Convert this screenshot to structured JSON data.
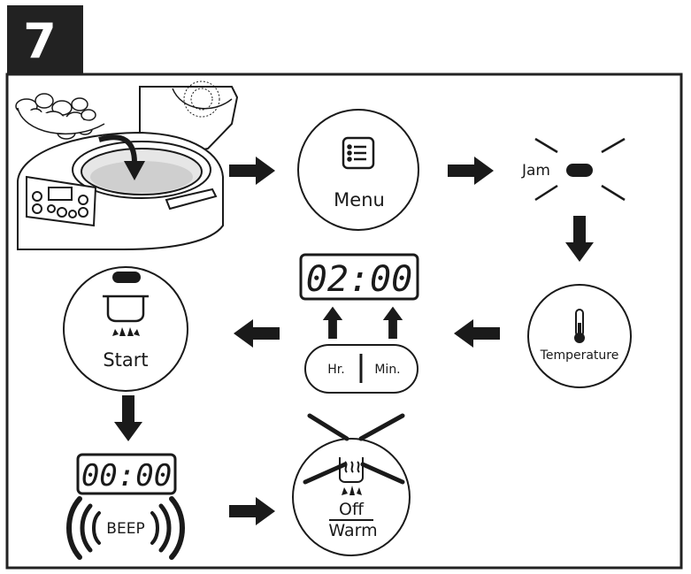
{
  "step": {
    "number": "7"
  },
  "menu": {
    "label": "Menu"
  },
  "jam": {
    "label": "Jam"
  },
  "temperature": {
    "label": "Temperature"
  },
  "time_display": {
    "value": "02:00"
  },
  "time_buttons": {
    "hour_label": "Hr.",
    "minute_label": "Min."
  },
  "start": {
    "label": "Start"
  },
  "end_display": {
    "value": "00:00"
  },
  "beep": {
    "label": "BEEP"
  },
  "off_warm": {
    "off_label": "Off",
    "warm_label": "Warm"
  },
  "icons": [
    "cooker-icon",
    "menu-list-icon",
    "thermometer-icon",
    "pot-icon",
    "flame-icon",
    "steam-icon",
    "arrow-icon"
  ],
  "colors": {
    "ink": "#1a1a1a",
    "header_bg": "#222222",
    "header_text": "#ffffff"
  }
}
